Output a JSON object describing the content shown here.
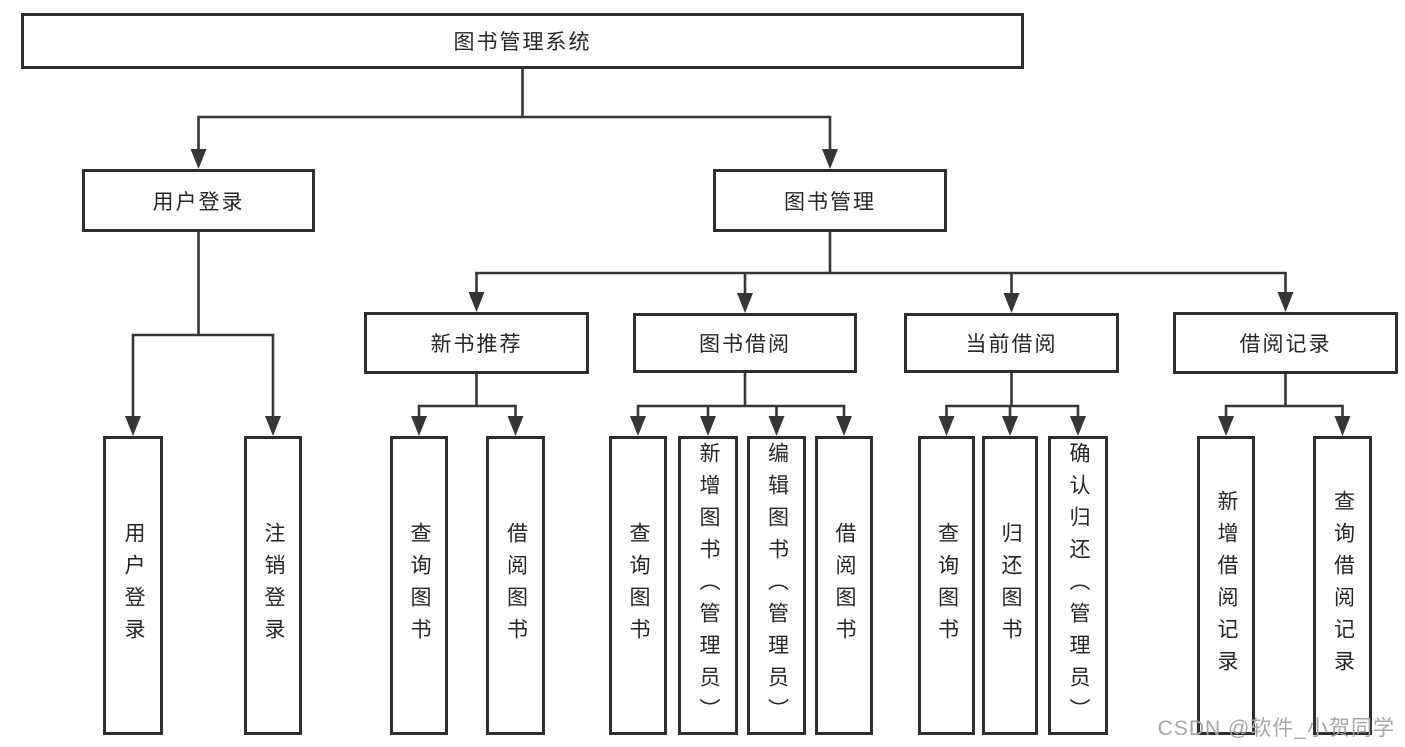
{
  "diagram_title": "图书管理系统",
  "colors": {
    "line": "#363636",
    "box_border": "#2e2e2e",
    "text": "#262626",
    "watermark": "#a6a6a6",
    "background": "#ffffff"
  },
  "nodes": {
    "root": {
      "label": "图书管理系统"
    },
    "user_login": {
      "label": "用户登录"
    },
    "book_management": {
      "label": "图书管理"
    },
    "new_book_recommend": {
      "label": "新书推荐"
    },
    "book_borrow": {
      "label": "图书借阅"
    },
    "current_borrow": {
      "label": "当前借阅"
    },
    "borrow_records": {
      "label": "借阅记录"
    },
    "leaf_user_login": {
      "label": "用户登录"
    },
    "leaf_logout": {
      "label": "注销登录"
    },
    "leaf_rec_query": {
      "label": "查询图书"
    },
    "leaf_rec_borrow": {
      "label": "借阅图书"
    },
    "leaf_bor_query": {
      "label": "查询图书"
    },
    "leaf_bor_add": {
      "label": "新增图书（管理员）"
    },
    "leaf_bor_edit": {
      "label": "编辑图书（管理员）"
    },
    "leaf_bor_borrow": {
      "label": "借阅图书"
    },
    "leaf_cur_query": {
      "label": "查询图书"
    },
    "leaf_cur_return": {
      "label": "归还图书"
    },
    "leaf_cur_confirm": {
      "label": "确认归还（管理员）"
    },
    "leaf_log_add": {
      "label": "新增借阅记录"
    },
    "leaf_log_query": {
      "label": "查询借阅记录"
    }
  },
  "hierarchy": {
    "图书管理系统": {
      "用户登录": [
        "用户登录",
        "注销登录"
      ],
      "图书管理": {
        "新书推荐": [
          "查询图书",
          "借阅图书"
        ],
        "图书借阅": [
          "查询图书",
          "新增图书（管理员）",
          "编辑图书（管理员）",
          "借阅图书"
        ],
        "当前借阅": [
          "查询图书",
          "归还图书",
          "确认归还（管理员）"
        ],
        "借阅记录": [
          "新增借阅记录",
          "查询借阅记录"
        ]
      }
    }
  },
  "watermark": {
    "text": "CSDN @软件_小贺同学"
  }
}
